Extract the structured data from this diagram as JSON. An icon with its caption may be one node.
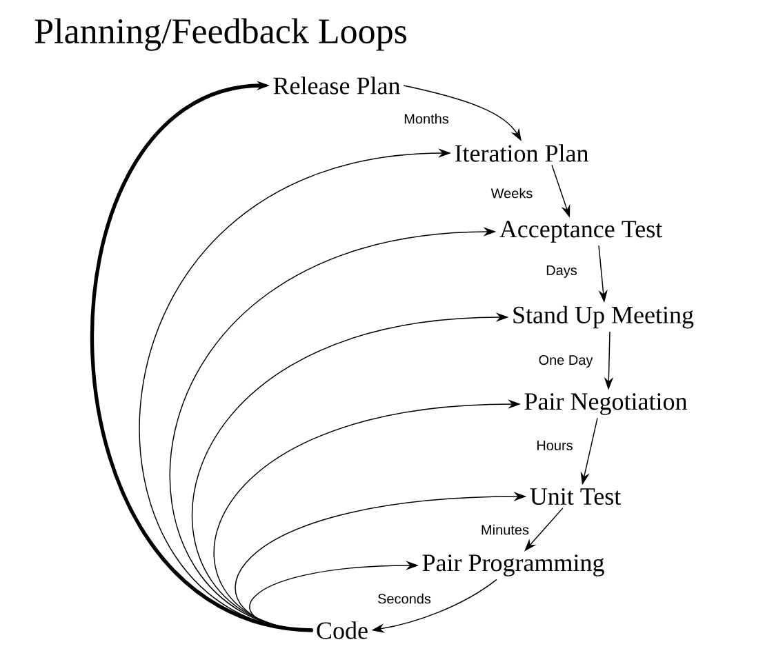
{
  "diagram": {
    "title": "Planning/Feedback Loops",
    "nodes": [
      {
        "text": [
          "Release Plan"
        ]
      },
      {
        "text": [
          "Iteration Plan"
        ]
      },
      {
        "text": [
          "Acceptance Test"
        ]
      },
      {
        "text": [
          "Stand Up Meeting"
        ]
      },
      {
        "text": [
          "Pair Negotiation"
        ]
      },
      {
        "text": [
          "Unit Test"
        ]
      },
      {
        "text": [
          "Pair Programming"
        ]
      },
      {
        "text": [
          "Code"
        ]
      }
    ],
    "edges": [
      {
        "from": 0,
        "to": 1,
        "arrow": "to",
        "label": "Months"
      },
      {
        "from": 1,
        "to": 2,
        "arrow": "to",
        "label": "Weeks"
      },
      {
        "from": 2,
        "to": 3,
        "arrow": "to",
        "label": "Days"
      },
      {
        "from": 3,
        "to": 4,
        "arrow": "to",
        "label": "One Day"
      },
      {
        "from": 4,
        "to": 5,
        "arrow": "to",
        "label": "Hours"
      },
      {
        "from": 5,
        "to": 6,
        "arrow": "to",
        "label": "Minutes"
      },
      {
        "from": 6,
        "to": 7,
        "arrow": "to",
        "label": "Seconds"
      },
      {
        "from": 7,
        "to": 0,
        "arrow": "to",
        "style": "thick"
      },
      {
        "from": 7,
        "to": 1,
        "arrow": "to"
      },
      {
        "from": 7,
        "to": 2,
        "arrow": "to"
      },
      {
        "from": 7,
        "to": 3,
        "arrow": "to"
      },
      {
        "from": 7,
        "to": 4,
        "arrow": "to"
      },
      {
        "from": 7,
        "to": 5,
        "arrow": "to"
      },
      {
        "from": 7,
        "to": 6,
        "arrow": "to"
      }
    ]
  }
}
